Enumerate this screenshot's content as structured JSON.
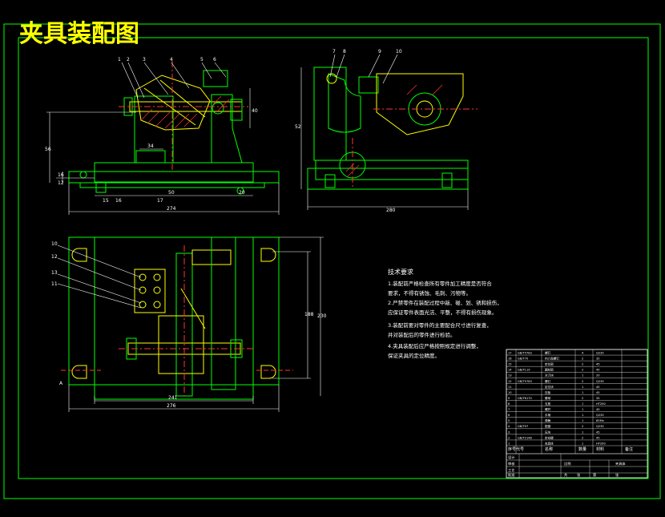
{
  "title": "夹具装配图",
  "colors": {
    "background": "#000000",
    "frame": "#00ff00",
    "part": "#ffff00",
    "hatch": "#ff3333",
    "dim": "#ffffff",
    "center": "#ff3333",
    "text": "#ffffff",
    "accent": "#00ffff"
  },
  "front_view": {
    "balloons": [
      "1",
      "2",
      "3",
      "4",
      "5",
      "6"
    ],
    "dims": {
      "overall_width": "274",
      "inner_width": "50",
      "height": "56",
      "top_width": "34",
      "bottom_small": "20",
      "right_height": "40",
      "left_small_1": "16",
      "left_small_2": "12",
      "lower_labels": [
        "15",
        "16",
        "17"
      ]
    }
  },
  "side_view": {
    "balloons": [
      "7",
      "8",
      "9",
      "10"
    ],
    "dims": {
      "width": "280",
      "height": "52"
    }
  },
  "top_view": {
    "balloons": [
      "10",
      "12",
      "13",
      "11"
    ],
    "dims": {
      "width_outer": "276",
      "width_inner": "241",
      "height_outer": "230",
      "height_inner": "188"
    },
    "section_label": "A"
  },
  "notes": {
    "heading": "技术要求",
    "lines": [
      "1.装配前严格检查所有零件加工精度是否符合",
      "要求，不得有锈蚀、毛刺、污物等。",
      "2.严禁零件在装配过程中敲、碰、划、锈和损伤，",
      "应保证零件表面光洁、平整，不得有损伤现象。",
      "3.装配前要对零件的主要配合尺寸进行复查，",
      "并对装配后的零件进行检验。",
      "4.夹具装配后应严格按照规定进行调整，",
      "保证夹具的定位精度。"
    ]
  },
  "bom": {
    "rows": [
      [
        "17",
        "GB/T5783",
        "螺钉",
        "4",
        "Q235"
      ],
      [
        "16",
        "GB/T70",
        "内六角螺钉",
        "2",
        "35"
      ],
      [
        "15",
        "",
        "定位销",
        "2",
        "45"
      ],
      [
        "14",
        "GB/T119",
        "圆柱销",
        "2",
        "45"
      ],
      [
        "13",
        "",
        "对刀块",
        "1",
        "20"
      ],
      [
        "12",
        "GB/T5783",
        "螺钉",
        "2",
        "Q235"
      ],
      [
        "11",
        "",
        "定位块",
        "1",
        "45"
      ],
      [
        "10",
        "",
        "压板",
        "1",
        "45"
      ],
      [
        "9",
        "GB/T6170",
        "螺母",
        "2",
        "35"
      ],
      [
        "8",
        "",
        "支座",
        "1",
        "HT200"
      ],
      [
        "7",
        "",
        "螺杆",
        "1",
        "45"
      ],
      [
        "6",
        "",
        "手柄",
        "1",
        "Q235"
      ],
      [
        "5",
        "",
        "弹簧",
        "1",
        "65Mn"
      ],
      [
        "4",
        "GB/T97",
        "垫圈",
        "2",
        "Q235"
      ],
      [
        "3",
        "",
        "压块",
        "1",
        "45"
      ],
      [
        "2",
        "GB/T2148",
        "定向键",
        "2",
        "45"
      ],
      [
        "1",
        "",
        "夹具体",
        "1",
        "HT200"
      ]
    ],
    "header": [
      "序号",
      "代号",
      "名称",
      "数量",
      "材料",
      "备注"
    ],
    "title_block": {
      "cells": [
        "设计",
        "审核",
        "工艺",
        "批准",
        "比例",
        "夹具体"
      ],
      "bottom": [
        "共",
        "张",
        "第",
        "张"
      ]
    }
  }
}
